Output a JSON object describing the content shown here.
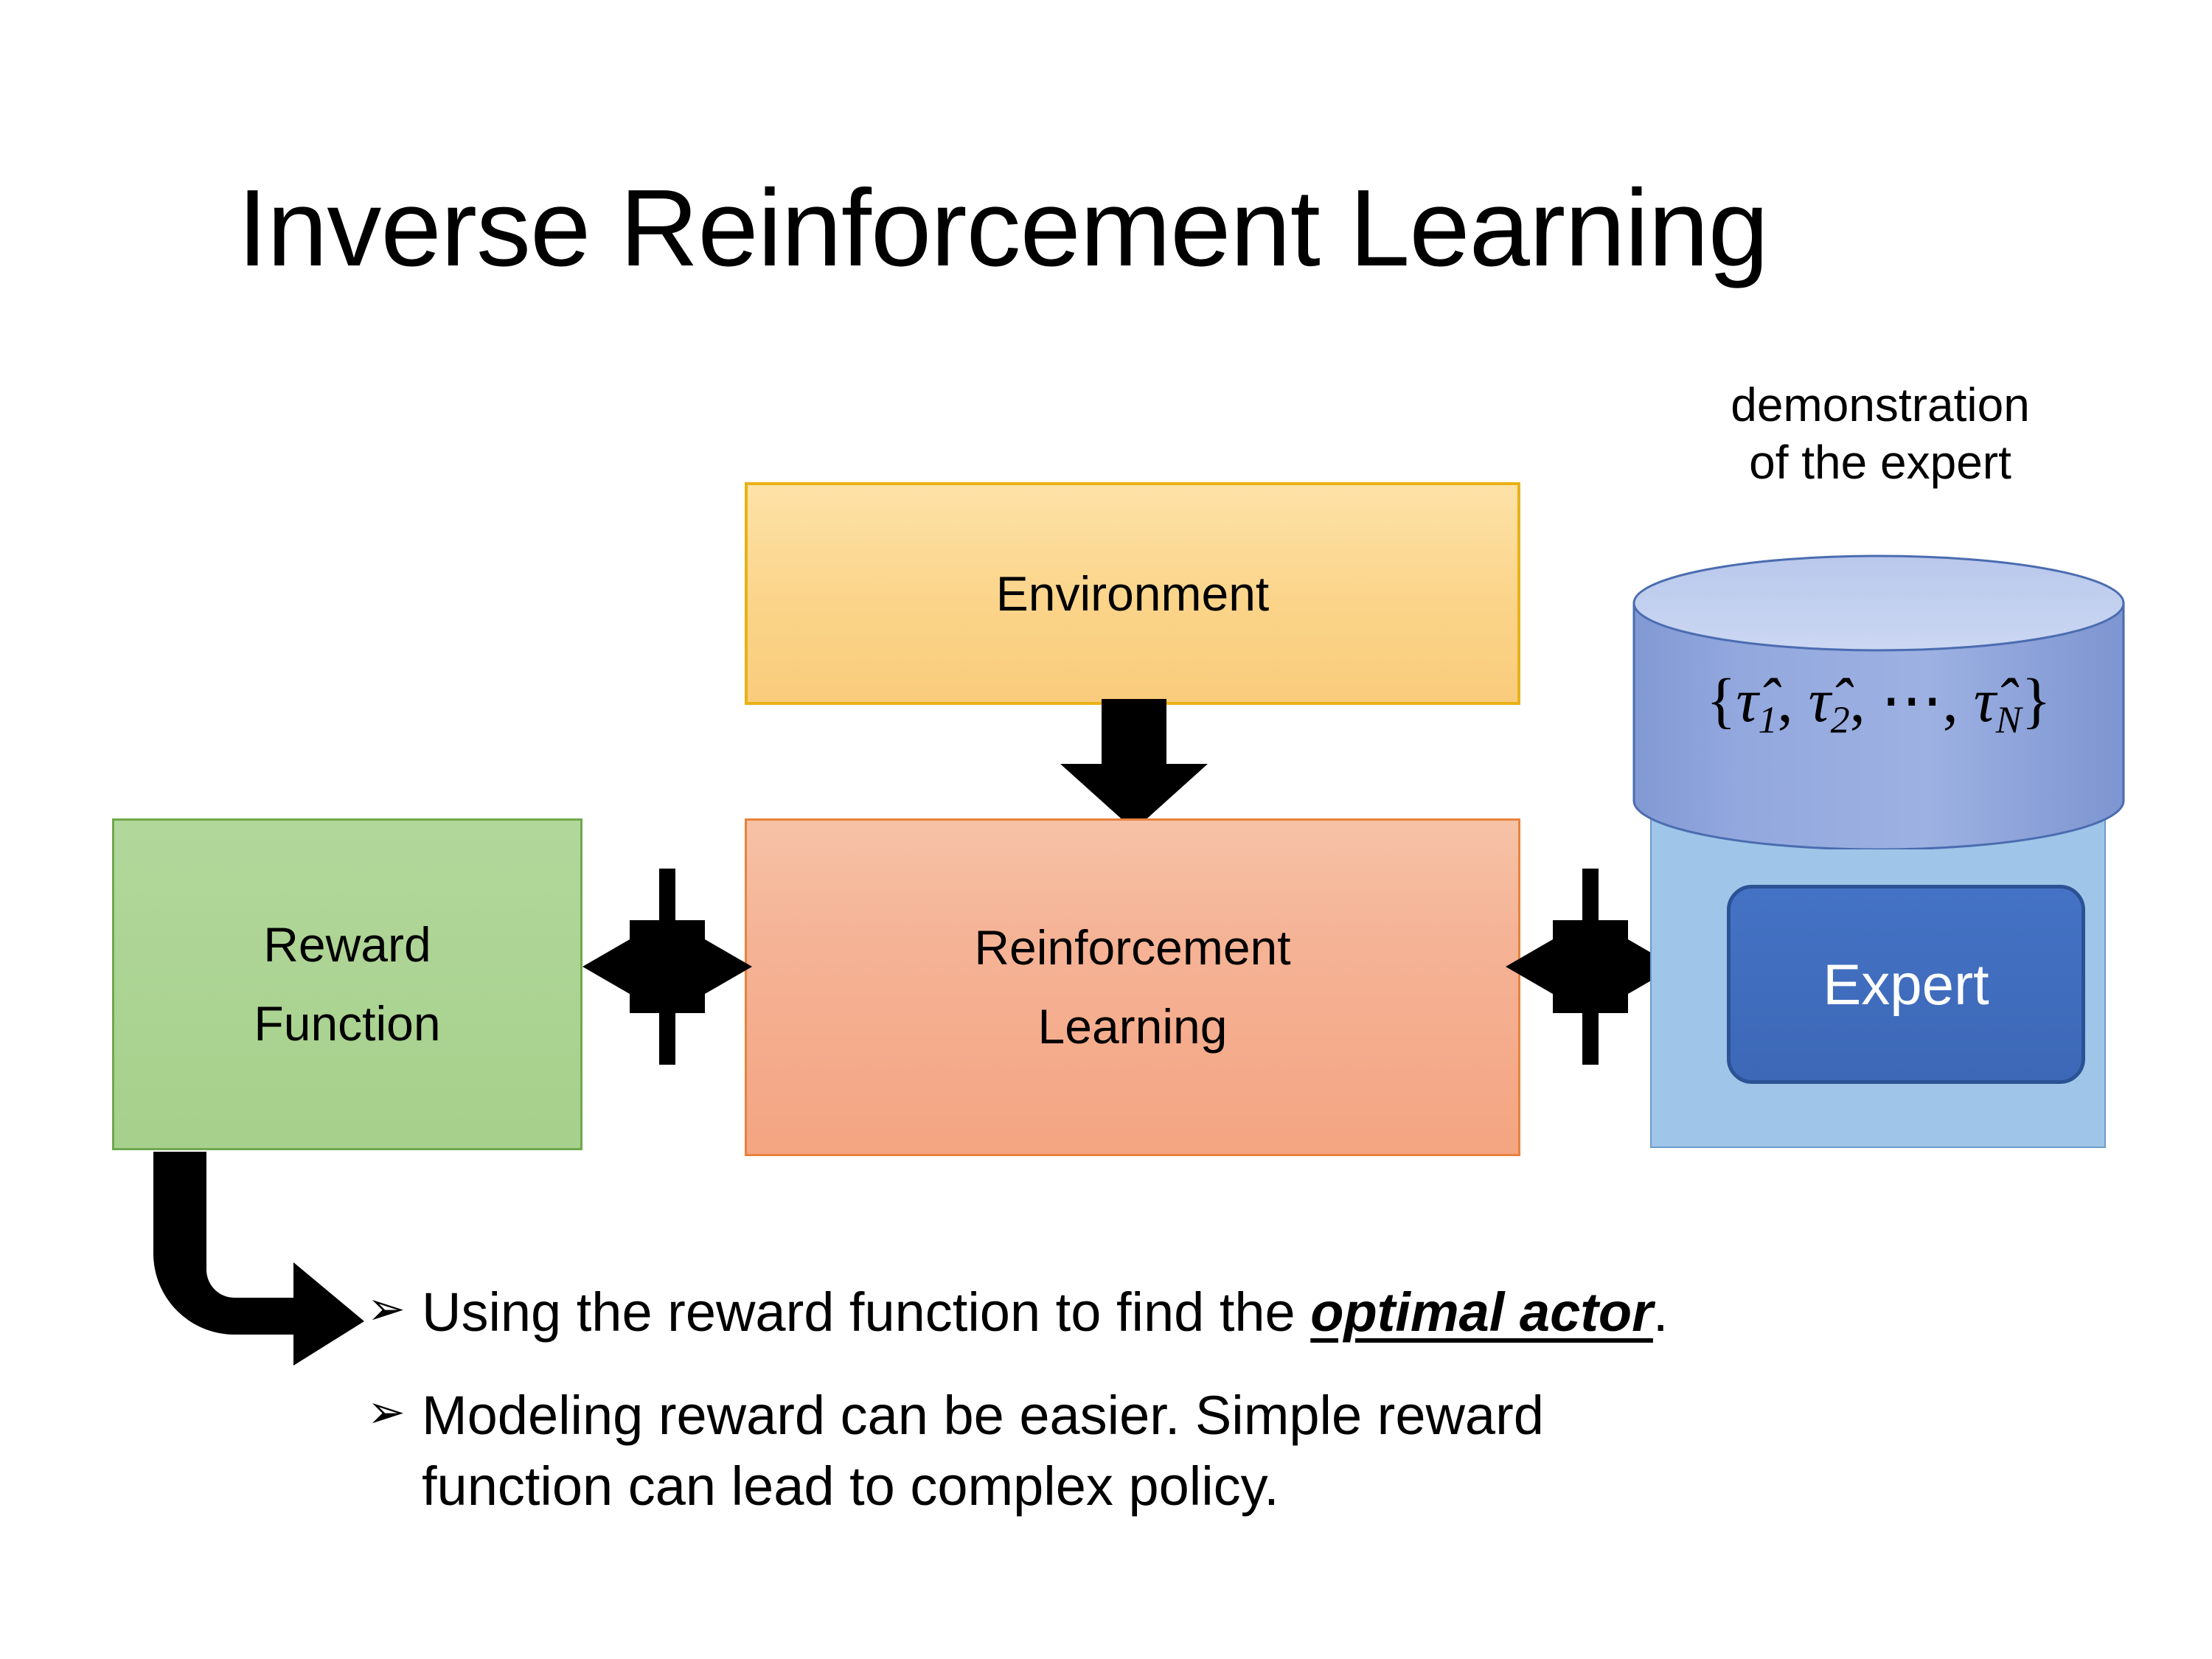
{
  "slide": {
    "title": "Inverse Reinforcement Learning",
    "background_color": "#FFFFFF"
  },
  "diagram": {
    "environment": {
      "label": "Environment",
      "fill_color": "#FBD489",
      "border_color": "#E9B116"
    },
    "reinforcement_learning": {
      "label_line1": "Reinforcement",
      "label_line2": "Learning",
      "fill_color": "#F5B396",
      "border_color": "#E8823C"
    },
    "reward_function": {
      "label_line1": "Reward",
      "label_line2": "Function",
      "fill_color": "#A6D08B",
      "border_color": "#6FA84E"
    },
    "expert_group": {
      "caption_line1": "demonstration",
      "caption_line2": "of the expert",
      "cylinder_formula_open": "{",
      "cylinder_formula_items": [
        "τ̂",
        "1",
        "τ̂",
        "2",
        "⋯",
        "τ̂",
        "N"
      ],
      "cylinder_formula_text": "{τ̂1, τ̂2, ⋯, τ̂N}",
      "expert_label": "Expert",
      "panel_fill_color": "#9FC5E8",
      "cylinder_fill_color": "#8EA9DB",
      "cylinder_top_color": "#C3D2EF",
      "expert_fill_color": "#4472C4",
      "expert_text_color": "#FFFFFF"
    },
    "connectors": {
      "environment_to_rl": "down-arrow",
      "reward_to_rl": "four-way-arrow",
      "rl_to_expert": "four-way-arrow",
      "reward_to_bullets": "elbow-arrow",
      "arrow_color": "#000000"
    }
  },
  "bullets": [
    {
      "marker": "➢",
      "text_before": "Using the reward function to find the ",
      "emphasis": "optimal actor",
      "text_after": "."
    },
    {
      "marker": "➢",
      "text_line1": "Modeling reward can be easier. Simple reward",
      "text_line2": "function can lead to complex policy."
    }
  ]
}
